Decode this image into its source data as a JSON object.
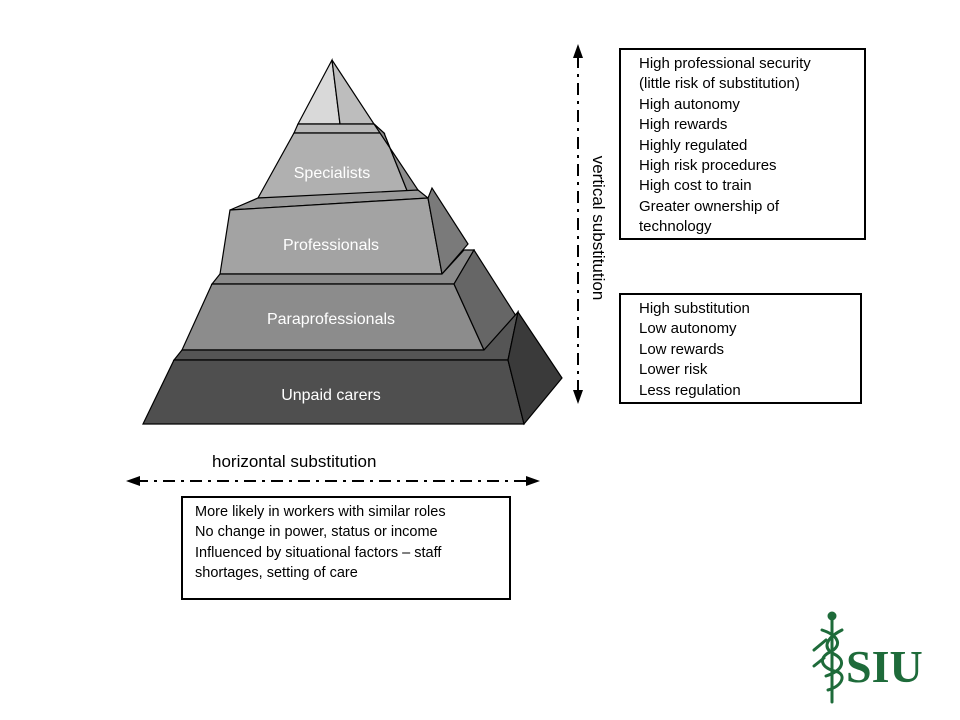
{
  "pyramid": {
    "tiers": [
      {
        "label": ""
      },
      {
        "label": "Specialists"
      },
      {
        "label": "Professionals"
      },
      {
        "label": "Paraprofessionals"
      },
      {
        "label": "Unpaid carers"
      }
    ]
  },
  "top_box": {
    "lines": [
      "High professional security",
      "(little risk of substitution)",
      "High autonomy",
      "High rewards",
      "Highly regulated",
      "High risk procedures",
      "High cost to train",
      "Greater ownership of",
      "technology"
    ]
  },
  "middle_box": {
    "lines": [
      "High substitution",
      "Low autonomy",
      "Low rewards",
      "Lower risk",
      "Less regulation"
    ]
  },
  "bottom_box": {
    "lines": [
      "More likely in workers with similar roles",
      "No change in power, status or income",
      "Influenced by situational factors – staff",
      "shortages, setting of care"
    ]
  },
  "axes": {
    "horizontal_label": "horizontal substitution",
    "vertical_label": "vertical substitution"
  },
  "logo": {
    "text": "SIU",
    "color": "#1e6b3a"
  }
}
